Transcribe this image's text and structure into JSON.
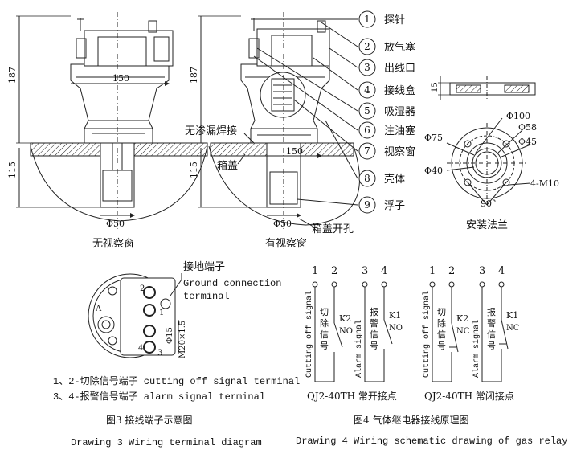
{
  "drawing1": {
    "dims": {
      "height_total": "187",
      "height_lower": "115",
      "width_top": "150",
      "width_mid": "150",
      "dia_bottom": "Φ50",
      "dia_bottom2": "Φ50"
    },
    "caption_left": "无视察窗",
    "caption_right": "有视察窗",
    "label_weld": "无渗漏焊接",
    "label_box_cover": "箱盖",
    "label_box_hole": "箱盖开孔",
    "parts": [
      {
        "num": "1",
        "name": "探针"
      },
      {
        "num": "2",
        "name": "放气塞"
      },
      {
        "num": "3",
        "name": "出线口"
      },
      {
        "num": "4",
        "name": "接线盒"
      },
      {
        "num": "5",
        "name": "吸湿器"
      },
      {
        "num": "6",
        "name": "注油塞"
      },
      {
        "num": "7",
        "name": "视察窗"
      },
      {
        "num": "8",
        "name": "壳体"
      },
      {
        "num": "9",
        "name": "浮子"
      }
    ]
  },
  "flange": {
    "thickness": "15",
    "d100": "Φ100",
    "d58": "Φ58",
    "d75": "Φ75",
    "d45": "Φ45",
    "d40": "Φ40",
    "bolts": "4-M10",
    "angle": "90°",
    "caption": "安装法兰"
  },
  "terminal": {
    "ground_cn": "接地端子",
    "ground_en1": "Ground connection",
    "ground_en2": "terminal",
    "dia": "Φ15",
    "thread": "M20×1.5",
    "pins": [
      "A",
      "2",
      "1",
      "4",
      "3"
    ],
    "note1": "1、2-切除信号端子 cutting off signal terminal",
    "note2": "3、4-报警信号端子 alarm signal terminal",
    "caption_cn": "图3 接线端子示意图",
    "caption_en": "Drawing 3  Wiring terminal diagram"
  },
  "relay": {
    "no": {
      "nums": [
        "1",
        "2",
        "3",
        "4"
      ],
      "k2": "K2",
      "k2_type": "NO",
      "k1": "K1",
      "k1_type": "NO",
      "cut_cn": "切除信号",
      "alarm_cn": "报警信号",
      "cut_en": "Cutting off signal",
      "alarm_en": "Alarm signal",
      "label": "QJ2-40TH 常开接点"
    },
    "nc": {
      "nums": [
        "1",
        "2",
        "3",
        "4"
      ],
      "k2": "K2",
      "k2_type": "NC",
      "k1": "K1",
      "k1_type": "NC",
      "cut_cn": "切除信号",
      "alarm_cn": "报警信号",
      "cut_en": "Cutting off signal",
      "alarm_en": "Alarm signal",
      "label": "QJ2-40TH 常闭接点"
    },
    "caption_cn": "图4 气体继电器接线原理图",
    "caption_en": "Drawing 4  Wiring schematic drawing of gas relay"
  }
}
